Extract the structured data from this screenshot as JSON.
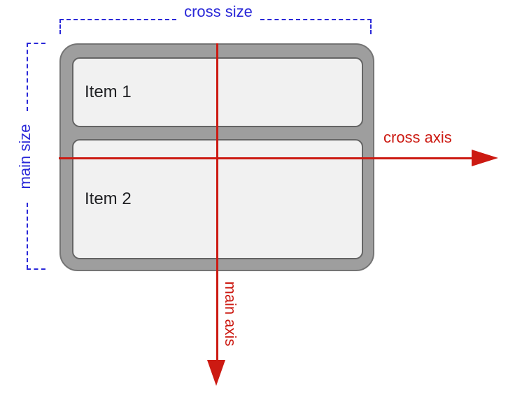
{
  "labels": {
    "cross_size": "cross size",
    "main_size": "main size",
    "cross_axis": "cross axis",
    "main_axis": "main axis"
  },
  "items": [
    {
      "label": "Item 1"
    },
    {
      "label": "Item 2"
    }
  ],
  "colors": {
    "size_annotation_blue": "#2a28d8",
    "axis_annotation_red": "#cc1a12",
    "container_fill": "#9e9e9e",
    "container_border": "#747474",
    "item_fill": "#f1f1f1",
    "item_border": "#646464",
    "item_text": "#202124",
    "background": "#ffffff"
  }
}
